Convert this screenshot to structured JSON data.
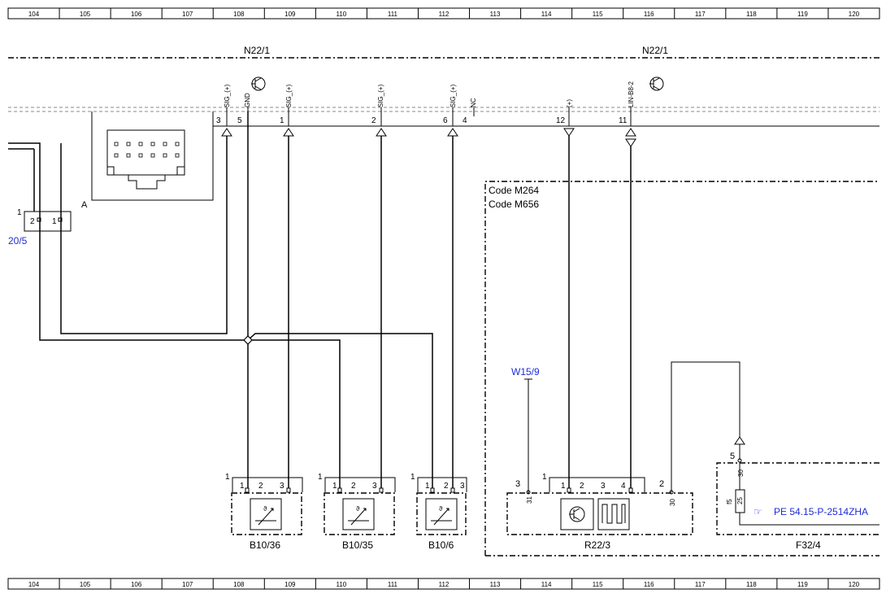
{
  "ruler": [
    "104",
    "105",
    "106",
    "107",
    "108",
    "109",
    "110",
    "111",
    "112",
    "113",
    "114",
    "115",
    "116",
    "117",
    "118",
    "119",
    "120"
  ],
  "modules": {
    "n22_left": "N22/1",
    "n22_right": "N22/1"
  },
  "connector": {
    "label": "A",
    "pins": [
      {
        "num": "3",
        "sig": "SIG_(+)"
      },
      {
        "num": "5",
        "sig": "GND"
      },
      {
        "num": "1",
        "sig": "SIG_(+)"
      },
      {
        "num": "2",
        "sig": "SIG_(+)"
      },
      {
        "num": "6",
        "sig": "SIG_(+)"
      },
      {
        "num": "4",
        "sig": "NC"
      },
      {
        "num": "12",
        "sig": "(+)"
      },
      {
        "num": "11",
        "sig": "LIN-B8-2"
      }
    ]
  },
  "plug": {
    "label": "20/5",
    "outer": "1",
    "pins": [
      "2",
      "1"
    ]
  },
  "code_box": {
    "line1": "Code M264",
    "line2": "Code M656"
  },
  "w15": "W15/9",
  "sensors": [
    {
      "name": "B10/36",
      "outer": "1",
      "pins": [
        "1",
        "2",
        "3"
      ]
    },
    {
      "name": "B10/35",
      "outer": "1",
      "pins": [
        "1",
        "2",
        "3"
      ]
    },
    {
      "name": "B10/6",
      "outer": "1",
      "pins": [
        "1",
        "2",
        "3"
      ]
    }
  ],
  "r22": {
    "name": "R22/3",
    "outer": "1",
    "pins": [
      "1",
      "2",
      "3",
      "4"
    ],
    "left_pin": "3",
    "left_sig": "31",
    "right_pin": "2",
    "right_sig": "30"
  },
  "f32": {
    "name": "F32/4",
    "pin": "5",
    "pin_sig": "30",
    "fuse_label": "f5",
    "fuse_value": "25",
    "link": "PE 54.15-P-2514ZHA"
  }
}
